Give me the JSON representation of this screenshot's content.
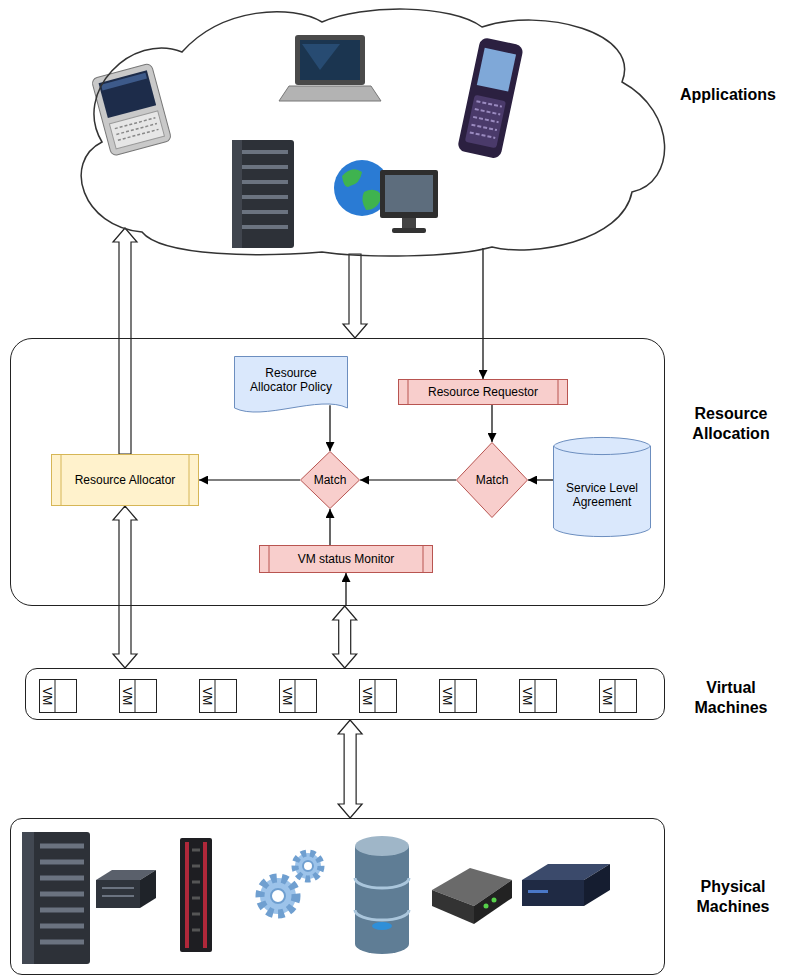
{
  "diagram": {
    "nodes": [
      {
        "text": [
          "Applications"
        ]
      },
      {
        "text": [
          "Resource Allocation"
        ]
      },
      {
        "text": [
          "Resource Allocator Policy"
        ],
        "in": 1
      },
      {
        "text": [
          "Resource Requestor"
        ],
        "in": 1
      },
      {
        "text": [
          "Resource Allocator"
        ],
        "in": 1
      },
      {
        "text": [
          "Match"
        ],
        "in": 1
      },
      {
        "text": [
          "Match"
        ],
        "in": 1
      },
      {
        "text": [
          "Service Level Agreement"
        ],
        "in": 1
      },
      {
        "text": [
          "VM status Monitor"
        ],
        "in": 1
      },
      {
        "text": [
          "Virtual Machines"
        ]
      },
      {
        "text": [
          "VM"
        ],
        "in": 9
      },
      {
        "text": [
          "VM"
        ],
        "in": 9
      },
      {
        "text": [
          "VM"
        ],
        "in": 9
      },
      {
        "text": [
          "VM"
        ],
        "in": 9
      },
      {
        "text": [
          "VM"
        ],
        "in": 9
      },
      {
        "text": [
          "VM"
        ],
        "in": 9
      },
      {
        "text": [
          "VM"
        ],
        "in": 9
      },
      {
        "text": [
          "VM"
        ],
        "in": 9
      },
      {
        "text": [
          "Physical Machines"
        ]
      }
    ],
    "edges": [
      {
        "from": 0,
        "to": 1,
        "arrow": "to"
      },
      {
        "from": 4,
        "to": 0,
        "arrow": "to"
      },
      {
        "from": 0,
        "to": 3,
        "arrow": "to"
      },
      {
        "from": 2,
        "to": 5,
        "arrow": "to"
      },
      {
        "from": 3,
        "to": 6,
        "arrow": "to"
      },
      {
        "from": 7,
        "to": 6,
        "arrow": "to"
      },
      {
        "from": 6,
        "to": 5,
        "arrow": "to"
      },
      {
        "from": 8,
        "to": 5,
        "arrow": "to"
      },
      {
        "from": 5,
        "to": 4,
        "arrow": "to"
      },
      {
        "from": 4,
        "to": 9,
        "arrow": "both"
      },
      {
        "from": 1,
        "to": 9,
        "arrow": "both"
      },
      {
        "from": 1,
        "to": 8,
        "arrow": "to"
      },
      {
        "from": 9,
        "to": 18,
        "arrow": "both"
      }
    ]
  }
}
